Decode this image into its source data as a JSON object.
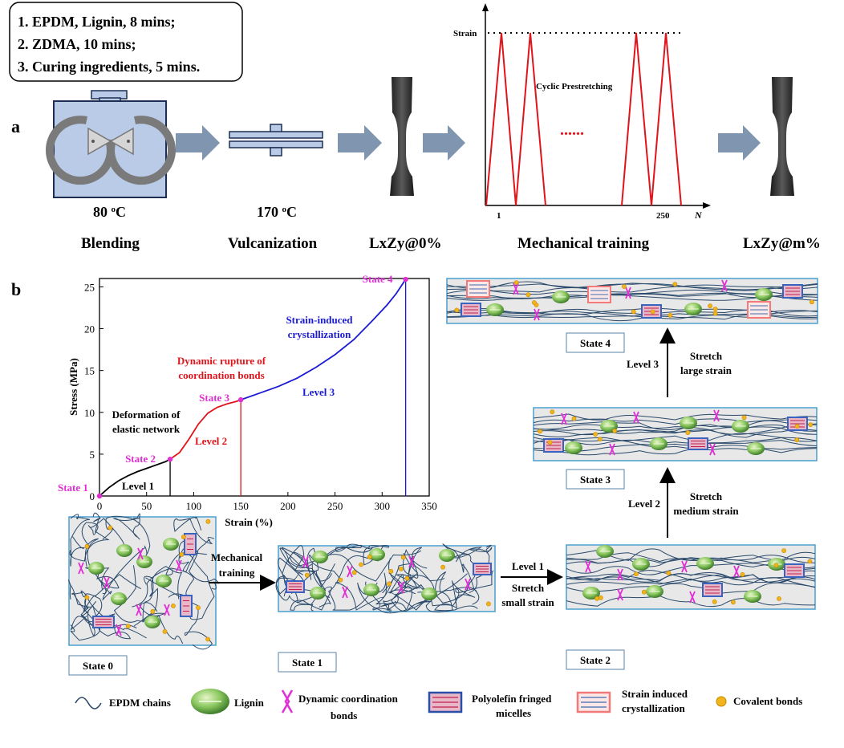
{
  "panel_a": {
    "panel_label": "a",
    "recipe_lines": [
      "1. EPDM, Lignin, 8 mins;",
      "2. ZDMA,  10 mins;",
      "3. Curing ingredients, 5 mins."
    ],
    "blending_temp": "80 ",
    "blending_temp_sup": "o",
    "blending_temp_unit": "C",
    "blending_label": "Blending",
    "vulc_temp": "170 ",
    "vulc_temp_sup": "o",
    "vulc_temp_unit": "C",
    "vulc_label": "Vulcanization",
    "sample_before_label": "LxZy@0%",
    "sample_after_label": "LxZy@m%",
    "training_label": "Mechanical  training",
    "cyclic_chart": {
      "y_label": "Strain",
      "x_label": "N",
      "annotation": "Cyclic Prestretching",
      "ellipsis": "......",
      "tick_start": "1",
      "tick_end": "250",
      "line_color": "#e0141b"
    }
  },
  "panel_b": {
    "panel_label": "b",
    "chart_data": {
      "type": "line",
      "xlabel": "Strain (%)",
      "ylabel": "Stress (MPa)",
      "xlim": [
        0,
        350
      ],
      "ylim": [
        0,
        26
      ],
      "x_ticks": [
        "0",
        "50",
        "100",
        "150",
        "200",
        "250",
        "300",
        "350"
      ],
      "y_ticks": [
        "0",
        "5",
        "10",
        "15",
        "20",
        "25"
      ],
      "segments": [
        {
          "name": "Level 1",
          "color": "#000000",
          "x": [
            0,
            10,
            20,
            30,
            40,
            50,
            60,
            70,
            75
          ],
          "y": [
            0,
            1.0,
            1.8,
            2.4,
            2.9,
            3.3,
            3.7,
            4.1,
            4.4
          ]
        },
        {
          "name": "Level 2",
          "color": "#e0141b",
          "x": [
            75,
            85,
            95,
            105,
            115,
            125,
            135,
            145,
            150
          ],
          "y": [
            4.4,
            5.2,
            6.8,
            8.6,
            9.9,
            10.6,
            11.0,
            11.3,
            11.5
          ]
        },
        {
          "name": "Level 3",
          "color": "#1a1ad6",
          "x": [
            150,
            170,
            190,
            210,
            230,
            250,
            270,
            290,
            305,
            315,
            325
          ],
          "y": [
            11.5,
            12.3,
            13.1,
            14.1,
            15.4,
            16.9,
            18.7,
            21.0,
            22.8,
            24.2,
            25.9
          ]
        }
      ],
      "states": [
        {
          "label": "State 1",
          "x": 0,
          "y": 0
        },
        {
          "label": "State 2",
          "x": 75,
          "y": 4.4
        },
        {
          "label": "State 3",
          "x": 150,
          "y": 11.5
        },
        {
          "label": "State 4",
          "x": 325,
          "y": 25.9
        }
      ],
      "vertical_markers": [
        {
          "x": 75,
          "y": 4.4,
          "color": "#000000"
        },
        {
          "x": 150,
          "y": 11.5,
          "color": "#e0141b"
        },
        {
          "x": 325,
          "y": 25.9,
          "color": "#1a1ad6"
        }
      ],
      "annotations": {
        "deformation": [
          "Deformation of",
          "elastic network"
        ],
        "rupture": [
          "Dynamic rupture of",
          "coordination bonds"
        ],
        "crystallization": [
          "Strain-induced",
          "crystallization"
        ],
        "level1": "Level 1",
        "level2": "Level 2",
        "level3": "Level 3"
      },
      "state_color": "#e12fd6"
    },
    "state_boxes": [
      "State 0",
      "State 1",
      "State 2",
      "State 3",
      "State 4"
    ],
    "arrows": {
      "training": [
        "Mechanical",
        "training"
      ],
      "level1": "Level 1",
      "stretch_small": [
        "Stretch",
        "small strain"
      ],
      "level2": "Level 2",
      "stretch_medium": [
        "Stretch",
        "medium strain"
      ],
      "level3": "Level 3",
      "stretch_large": [
        "Stretch",
        "large strain"
      ]
    },
    "legend": {
      "epdm": "EPDM chains",
      "lignin": "Lignin",
      "dynamic": [
        "Dynamic coordination",
        "bonds"
      ],
      "micelles": [
        "Polyolefin fringed",
        "micelles"
      ],
      "crystal": [
        "Strain induced",
        "crystallization"
      ],
      "covalent": "Covalent bonds"
    }
  }
}
